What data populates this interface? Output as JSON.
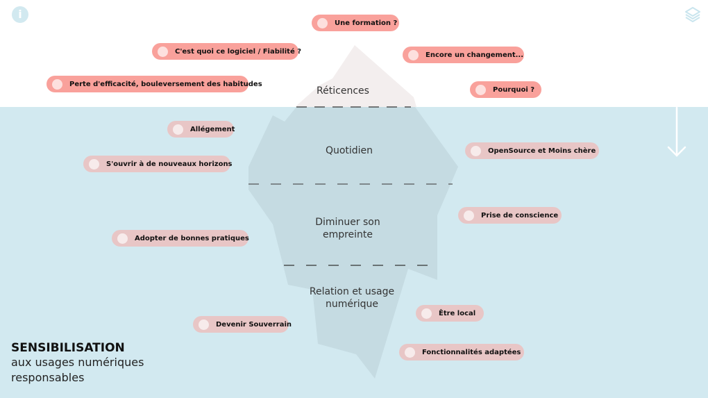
{
  "levels": {
    "l1": "Réticences",
    "l2": "Quotidien",
    "l3a": "Diminuer son",
    "l3b": "empreinte",
    "l4a": "Relation et usage",
    "l4b": "numérique"
  },
  "reticences": [
    "Une formation ?",
    "C'est quoi ce logiciel / Fiabilité ?",
    "Encore un changement...",
    "Perte d'efficacité, bouleversement des habitudes",
    "Pourquoi ?"
  ],
  "benefits": [
    "Allégement",
    "OpenSource et Moins chère",
    "S'ouvrir à de nouveaux horizons",
    "Prise de conscience",
    "Adopter de bonnes pratiques",
    "Être local",
    "Devenir Souverrain",
    "Fonctionnalités adaptées"
  ],
  "title": {
    "heading": "SENSIBILISATION",
    "line1": "aux usages numériques",
    "line2": "responsables"
  },
  "colors": {
    "sea": "#d2e9f0",
    "reticence_pill": "#f9a19b",
    "benefit_pill": "#e8c6c6",
    "iceberg_top": "#f3eeee",
    "iceberg_under": "#c5dbe2"
  }
}
